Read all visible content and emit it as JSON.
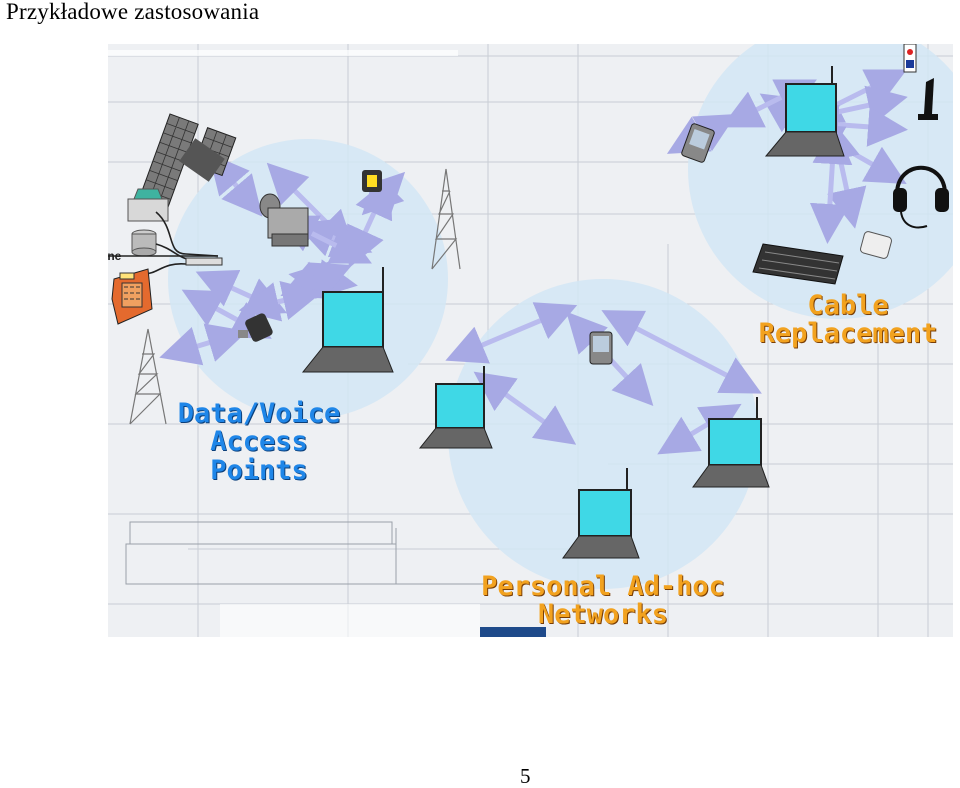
{
  "slide": {
    "title": "Przykładowe zastosowania",
    "page_number": "5"
  },
  "figure": {
    "background_fragment": "ine",
    "cluster_labels": {
      "access_points_line1": "Data/Voice",
      "access_points_line2": "Access",
      "access_points_line3": "Points",
      "cable_replacement_line1": "Cable",
      "cable_replacement_line2": "Replacement",
      "adhoc_line1": "Personal Ad-hoc",
      "adhoc_line2": "Networks"
    },
    "colors": {
      "blue_label": "#1f86e8",
      "orange_label": "#f2a21f",
      "cluster_fill": "#d2e6f5",
      "arrow_fill": "#c7c9ef",
      "laptop_screen": "#3fd8e6"
    },
    "icons": [
      "satellite-icon",
      "printer-icon",
      "fax-icon",
      "cash-register-icon",
      "radio-tower-icon",
      "pda-icon",
      "laptop-icon",
      "camera-icon",
      "phone-icon",
      "keyboard-icon",
      "joystick-icon",
      "headset-icon",
      "mouse-icon",
      "speaker-icon"
    ]
  }
}
